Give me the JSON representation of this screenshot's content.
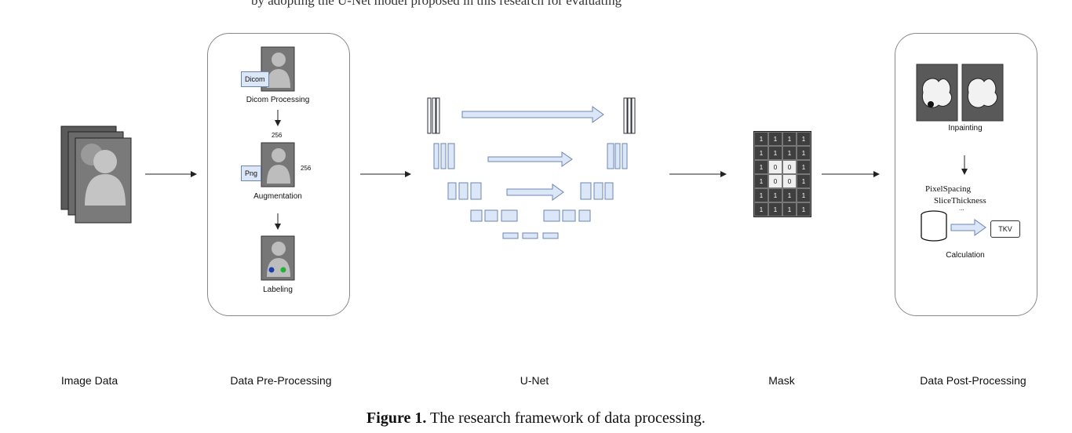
{
  "top_text": "by adopting the U-Net model proposed in this research for evaluating",
  "stages": {
    "image_data": "Image Data",
    "pre_processing": "Data Pre-Processing",
    "unet": "U-Net",
    "mask": "Mask",
    "post_processing": "Data Post-Processing"
  },
  "pre": {
    "dicom_tag": "Dicom",
    "dicom_label": "Dicom Processing",
    "size_top": "256",
    "png_tag": "Png",
    "size_side": "256",
    "aug_label": "Augmentation",
    "label_label": "Labeling"
  },
  "mask_grid": [
    [
      "1",
      "1",
      "1",
      "1"
    ],
    [
      "1",
      "1",
      "1",
      "1"
    ],
    [
      "1",
      "0",
      "0",
      "1"
    ],
    [
      "1",
      "0",
      "0",
      "1"
    ],
    [
      "1",
      "1",
      "1",
      "1"
    ],
    [
      "1",
      "1",
      "1",
      "1"
    ]
  ],
  "post": {
    "inpainting": "Inpainting",
    "pixel_spacing": "PixelSpacing",
    "slice_thickness": "SliceThickness",
    "ellipsis": "...",
    "tkv": "TKV",
    "calculation": "Calculation"
  },
  "caption": {
    "prefix": "Figure 1.",
    "text": "The research framework of data processing."
  },
  "colors": {
    "unet_block_fill": "#dbe6f6",
    "unet_block_stroke": "#6d85b5",
    "panel_stroke": "#888888",
    "dark_gray": "#3f3f3f"
  }
}
